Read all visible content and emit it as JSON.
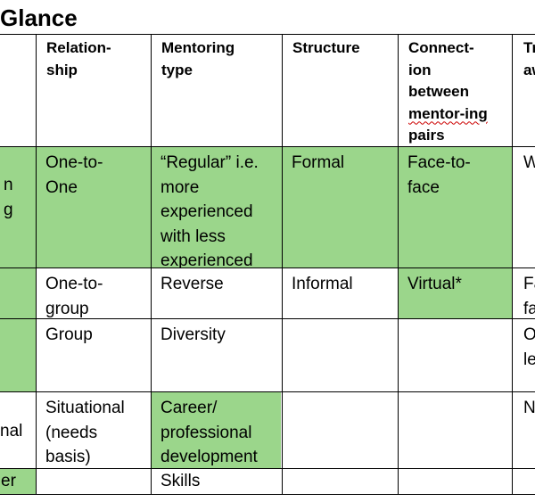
{
  "title": "Glance",
  "header": {
    "relationship": "Relation-\nship",
    "mentoring_type": "Mentoring\ntype",
    "structure": "Structure",
    "connection_a": "Connect-\nion\nbetween\n",
    "connection_wavy": "mentor-ing",
    "connection_b": "\npairs",
    "last": "Tr\naw"
  },
  "rows": [
    {
      "left": "n\ng\n",
      "relationship": "One-to-\nOne",
      "mentoring_type": "“Regular” i.e.\nmore\nexperienced\nwith less\nexperienced",
      "structure": "Formal",
      "connection": "Face-to-\nface",
      "last": "W"
    },
    {
      "left": "",
      "relationship": "One-to-\ngroup",
      "mentoring_type": "Reverse",
      "structure": "Informal",
      "connection": "Virtual*",
      "last": "Fa\nfa"
    },
    {
      "left": "",
      "relationship": "Group",
      "mentoring_type": "Diversity",
      "structure": "",
      "connection": "",
      "last": "O\nle"
    },
    {
      "left": "nal",
      "relationship": "Situational\n(needs\nbasis)",
      "mentoring_type": "Career/\nprofessional\ndevelopment",
      "structure": "",
      "connection": "",
      "last": "N"
    },
    {
      "left": "er",
      "relationship": "",
      "mentoring_type": "Skills",
      "structure": "",
      "connection": "",
      "last": ""
    }
  ],
  "colors": {
    "highlight": "#9bd68b",
    "spellcheck": "#cc0000"
  }
}
